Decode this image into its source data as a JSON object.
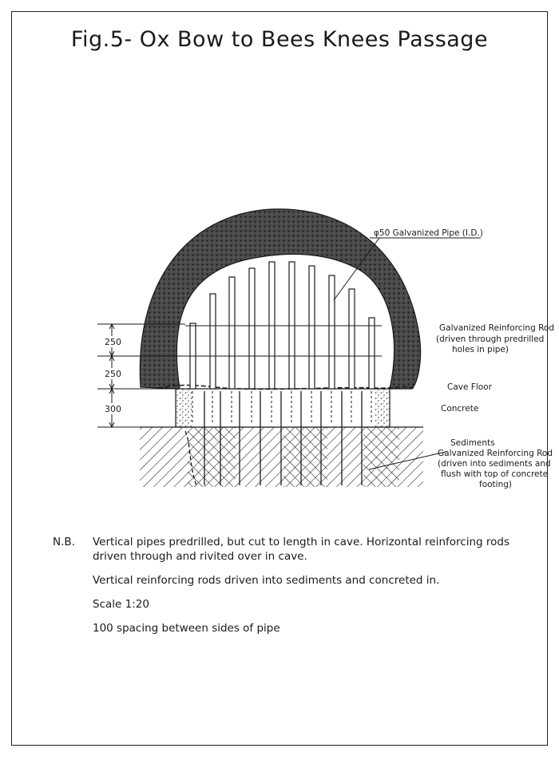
{
  "title": "Fig.5- Ox Bow to Bees Knees Passage",
  "labels": {
    "pipe": "φ50 Galvanized Pipe (I.D.)",
    "rod_h_1": "Galvanized Reinforcing Rod",
    "rod_h_2": "(driven through predrilled",
    "rod_h_3": "holes in pipe)",
    "cave_floor": "Cave Floor",
    "concrete": "Concrete",
    "sediments": "Sediments",
    "rod_v_1": "Galvanized Reinforcing Rod",
    "rod_v_2": "(driven into sediments and",
    "rod_v_3": "flush with top of concrete",
    "rod_v_4": "footing)"
  },
  "dimensions": {
    "d1": "250",
    "d2": "250",
    "d3": "300"
  },
  "notes": {
    "nb_label": "N.B.",
    "line1": "Vertical pipes predrilled, but cut to length in cave. Horizontal reinforcing rods driven through and rivited over in cave.",
    "line2": "Vertical reinforcing rods driven into sediments and concreted in.",
    "line3": "Scale 1:20",
    "line4": "100 spacing between sides of pipe"
  },
  "colors": {
    "line": "#1a1a1a",
    "rock": "#3a3a3a"
  }
}
